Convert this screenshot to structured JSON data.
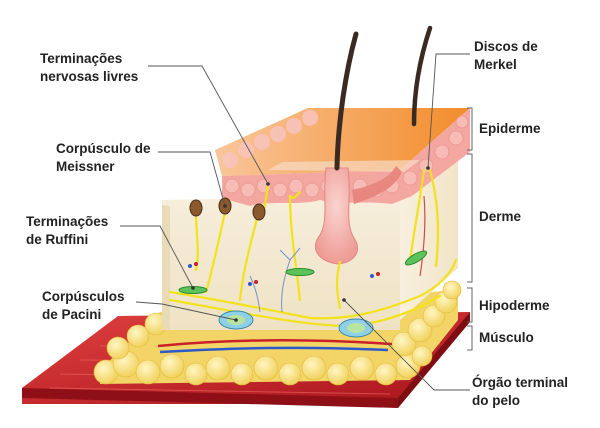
{
  "labels": {
    "free_nerve_endings": [
      "Terminações",
      "nervosas livres"
    ],
    "meissner": [
      "Corpúsculo de",
      "Meissner"
    ],
    "ruffini": [
      "Terminações",
      "de Ruffini"
    ],
    "pacini": [
      "Corpúsculos",
      "de Pacini"
    ],
    "merkel": [
      "Discos de",
      "Merkel"
    ],
    "epidermis": "Epiderme",
    "dermis": "Derme",
    "hypodermis": "Hipoderme",
    "muscle": "Músculo",
    "hair_organ": [
      "Órgão terminal",
      "do pelo"
    ]
  },
  "colors": {
    "epidermis_orange": "#f39a3c",
    "epidermis_pink": "#f4a7a0",
    "dermis": "#f5ecd6",
    "nerve": "#f2e21c",
    "fat": "#f8e07a",
    "muscle": "#c8202a",
    "hair": "#3a2a22",
    "leader_line": "#555555"
  }
}
